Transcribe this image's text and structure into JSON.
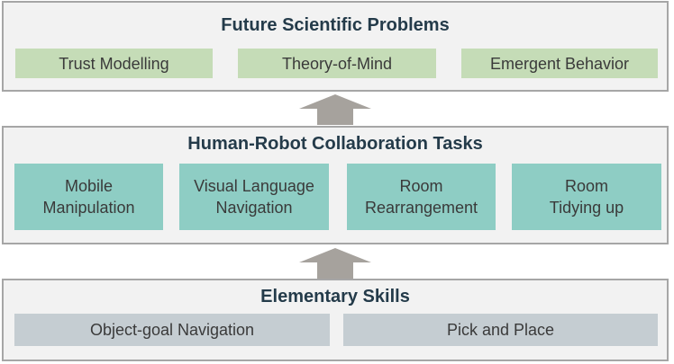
{
  "colors": {
    "panel_background": "#f2f2f2",
    "panel_border": "#a6a6a6",
    "title_text": "#243b4a",
    "top_box": "#c5dcb7",
    "middle_box": "#8ecdc4",
    "bottom_box": "#c5cdd2",
    "arrow": "#a6a29d"
  },
  "top_panel": {
    "title": "Future Scientific Problems",
    "items": [
      "Trust Modelling",
      "Theory-of-Mind",
      "Emergent Behavior"
    ]
  },
  "middle_panel": {
    "title": "Human-Robot Collaboration Tasks",
    "items": [
      "Mobile\nManipulation",
      "Visual Language\nNavigation",
      "Room\nRearrangement",
      "Room\nTidying up"
    ]
  },
  "bottom_panel": {
    "title": "Elementary Skills",
    "items": [
      "Object-goal Navigation",
      "Pick and Place"
    ]
  },
  "arrows": [
    "arrow-up-icon",
    "arrow-up-icon"
  ]
}
